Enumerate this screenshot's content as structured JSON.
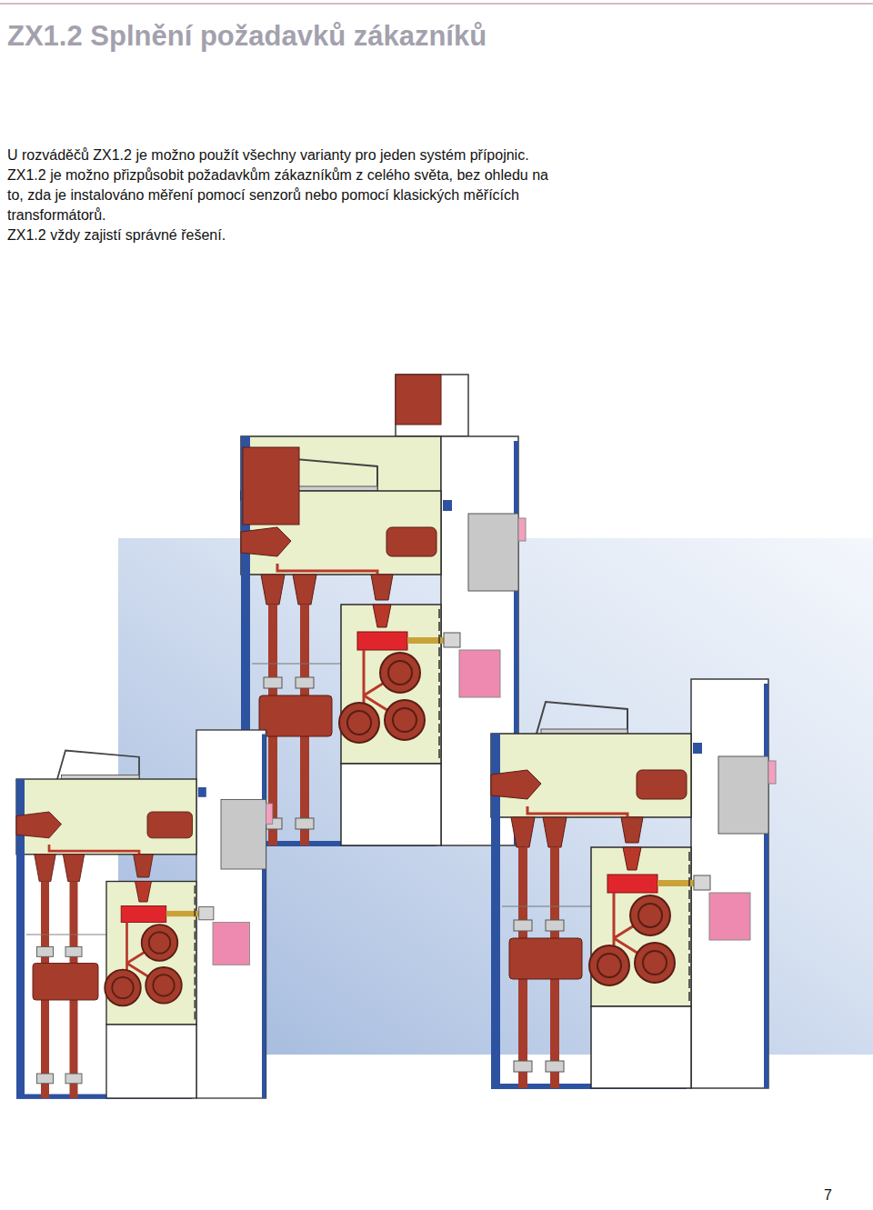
{
  "diagram": {
    "title": "ZX1.2 Splnění požadavků zákazníků",
    "labels": [
      "U rozváděčů ZX1.2 je možno použít všechny varianty pro jeden systém přípojnic. ZX1.2 je možno přizpůsobit požadavkům zákazníkům z celého světa, bez ohledu na to, zda je instalováno měření pomocí senzorů nebo pomocí klasických měřících transformátorů.",
      "ZX1.2 vždy zajistí správné řešení.",
      "7"
    ]
  }
}
